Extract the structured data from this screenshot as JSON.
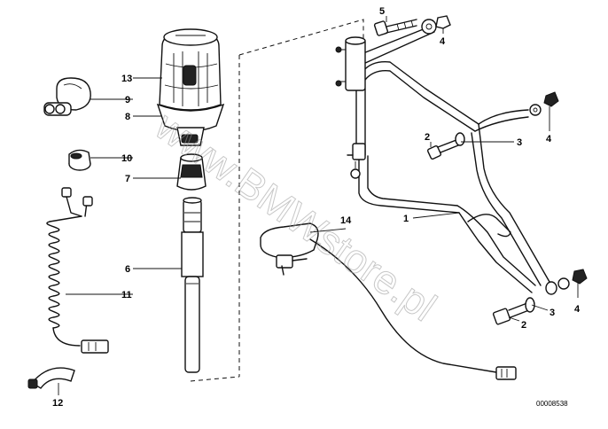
{
  "callouts": {
    "c13": "13",
    "c9": "9",
    "c8": "8",
    "c10": "10",
    "c7": "7",
    "c6": "6",
    "c11": "11",
    "c12": "12",
    "c5": "5",
    "c4a": "4",
    "c2a": "2",
    "c3a": "3",
    "c4b": "4",
    "c1": "1",
    "c14": "14",
    "c3b": "3",
    "c4c": "4",
    "c2b": "2"
  },
  "diagram_code": "00008538",
  "watermark": "www.BMWstore.pl"
}
